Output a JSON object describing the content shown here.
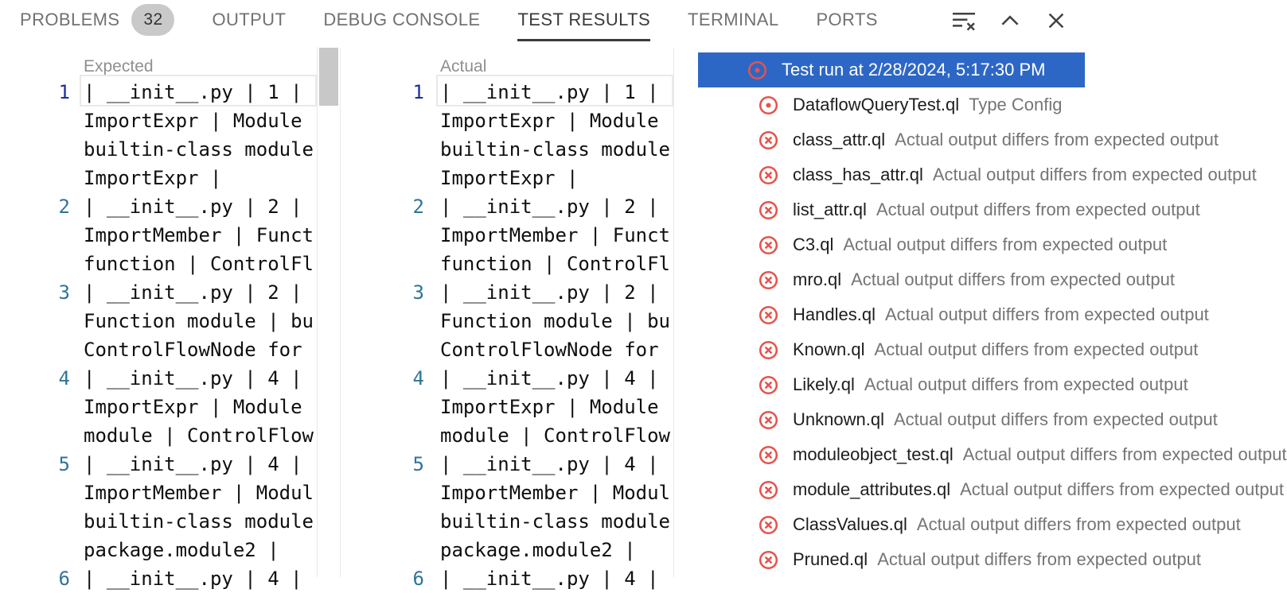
{
  "panel": {
    "tabs": [
      {
        "label": "PROBLEMS",
        "badge": "32",
        "active": false
      },
      {
        "label": "OUTPUT",
        "active": false
      },
      {
        "label": "DEBUG CONSOLE",
        "active": false
      },
      {
        "label": "TEST RESULTS",
        "active": true
      },
      {
        "label": "TERMINAL",
        "active": false
      },
      {
        "label": "PORTS",
        "active": false
      }
    ],
    "actions": [
      {
        "name": "clear-test-results",
        "icon": "clear-all-icon"
      },
      {
        "name": "maximize-panel",
        "icon": "chevron-up-icon"
      },
      {
        "name": "close-panel",
        "icon": "close-icon"
      }
    ]
  },
  "diff": {
    "expected_label": "Expected",
    "actual_label": "Actual",
    "lines": [
      {
        "num": "1",
        "text": "| __init__.py | 1 |",
        "current": true
      },
      {
        "num": "",
        "text": "ImportExpr | Module"
      },
      {
        "num": "",
        "text": "builtin-class module"
      },
      {
        "num": "",
        "text": "ImportExpr |"
      },
      {
        "num": "2",
        "text": "| __init__.py | 2 |"
      },
      {
        "num": "",
        "text": "ImportMember | Funct"
      },
      {
        "num": "",
        "text": "function | ControlFl"
      },
      {
        "num": "3",
        "text": "| __init__.py | 2 |"
      },
      {
        "num": "",
        "text": "Function module | bu"
      },
      {
        "num": "",
        "text": "ControlFlowNode for"
      },
      {
        "num": "4",
        "text": "| __init__.py | 4 |"
      },
      {
        "num": "",
        "text": "ImportExpr | Module"
      },
      {
        "num": "",
        "text": "module | ControlFlow"
      },
      {
        "num": "5",
        "text": "| __init__.py | 4 |"
      },
      {
        "num": "",
        "text": "ImportMember | Modul"
      },
      {
        "num": "",
        "text": "builtin-class module"
      },
      {
        "num": "",
        "text": "package.module2 |"
      },
      {
        "num": "6",
        "text": "| __init__.py | 4 |"
      }
    ]
  },
  "tree": {
    "rows": [
      {
        "icon": "test-errored",
        "name": "Test run at 2/28/2024, 5:17:30 PM",
        "desc": "",
        "selected": true,
        "level": 0
      },
      {
        "icon": "test-errored",
        "name": "DataflowQueryTest.ql",
        "desc": "Type Config",
        "selected": false,
        "level": 1
      },
      {
        "icon": "test-failed",
        "name": "class_attr.ql",
        "desc": "Actual output differs from expected output",
        "selected": false,
        "level": 1
      },
      {
        "icon": "test-failed",
        "name": "class_has_attr.ql",
        "desc": "Actual output differs from expected output",
        "selected": false,
        "level": 1
      },
      {
        "icon": "test-failed",
        "name": "list_attr.ql",
        "desc": "Actual output differs from expected output",
        "selected": false,
        "level": 1
      },
      {
        "icon": "test-failed",
        "name": "C3.ql",
        "desc": "Actual output differs from expected output",
        "selected": false,
        "level": 1
      },
      {
        "icon": "test-failed",
        "name": "mro.ql",
        "desc": "Actual output differs from expected output",
        "selected": false,
        "level": 1
      },
      {
        "icon": "test-failed",
        "name": "Handles.ql",
        "desc": "Actual output differs from expected output",
        "selected": false,
        "level": 1
      },
      {
        "icon": "test-failed",
        "name": "Known.ql",
        "desc": "Actual output differs from expected output",
        "selected": false,
        "level": 1
      },
      {
        "icon": "test-failed",
        "name": "Likely.ql",
        "desc": "Actual output differs from expected output",
        "selected": false,
        "level": 1
      },
      {
        "icon": "test-failed",
        "name": "Unknown.ql",
        "desc": "Actual output differs from expected output",
        "selected": false,
        "level": 1
      },
      {
        "icon": "test-failed",
        "name": "moduleobject_test.ql",
        "desc": "Actual output differs from expected output",
        "selected": false,
        "level": 1
      },
      {
        "icon": "test-failed",
        "name": "module_attributes.ql",
        "desc": "Actual output differs from expected output",
        "selected": false,
        "level": 1
      },
      {
        "icon": "test-failed",
        "name": "ClassValues.ql",
        "desc": "Actual output differs from expected output",
        "selected": false,
        "level": 1
      },
      {
        "icon": "test-failed",
        "name": "Pruned.ql",
        "desc": "Actual output differs from expected output",
        "selected": false,
        "level": 1
      }
    ]
  },
  "colors": {
    "selection_background": "#2d67c6",
    "test_error_red": "#e5534b",
    "active_tab_underline": "#3b3b3b",
    "line_number": "#2e7597",
    "line_number_active": "#1b2f9f"
  }
}
